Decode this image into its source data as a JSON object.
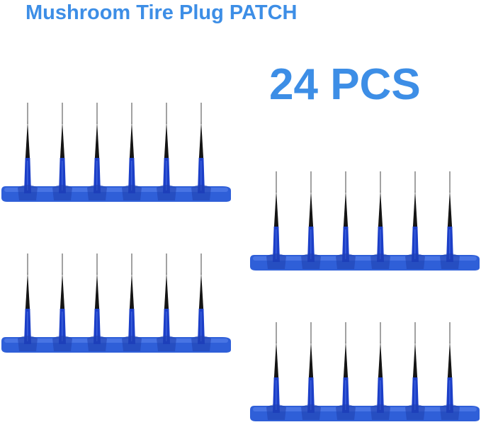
{
  "header": {
    "title": "Mushroom Tire Plug PATCH",
    "count": "24 PCS"
  },
  "colors": {
    "text_blue": "#3d8ee6",
    "patch_blue": "#2f5fd8",
    "patch_light": "#5a82ec",
    "patch_dark": "#1f3fae",
    "stem_blue": "#1c3fc8",
    "spike_black": "#151515"
  },
  "product": {
    "strips": 4,
    "plugs_per_strip": 6
  }
}
